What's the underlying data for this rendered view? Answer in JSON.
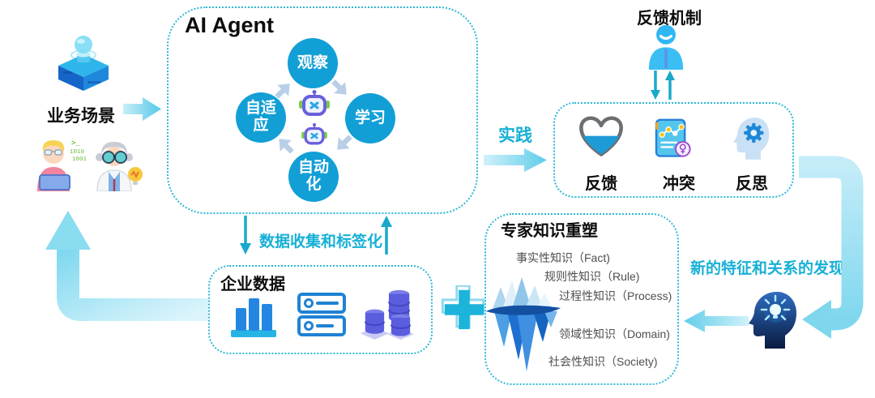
{
  "business_scene": {
    "label": "业务场景",
    "icon": "hologram-projector-icon",
    "code_lines": [
      ">_",
      "1010",
      "1001"
    ]
  },
  "ai_agent": {
    "title": "AI Agent",
    "capabilities": [
      "观察",
      "学习",
      "自动化",
      "自适应"
    ],
    "center_icon": "robot-icon"
  },
  "flow": {
    "practice_label": "实践",
    "data_collection_label": "数据收集和标签化",
    "discovery_label": "新的特征和关系的发现"
  },
  "feedback_mechanism": {
    "title": "反馈机制",
    "icon": "person-icon"
  },
  "evaluation_box": {
    "items": [
      {
        "label": "反馈",
        "icon": "heart-gauge-icon"
      },
      {
        "label": "冲突",
        "icon": "conflict-report-icon"
      },
      {
        "label": "反思",
        "icon": "head-gear-icon"
      }
    ]
  },
  "enterprise_data": {
    "title": "企业数据",
    "icons": [
      "bar-chart-icon",
      "server-icon",
      "database-icon"
    ]
  },
  "expert_knowledge": {
    "title": "专家知识重塑",
    "icon": "iceberg-icon",
    "levels": [
      "事实性知识（Fact)",
      "规则性知识（Rule)",
      "过程性知识（Process)",
      "领域性知识（Domain)",
      "社会性知识（Society)"
    ]
  },
  "colors": {
    "accent_cyan": "#17b0d6",
    "circle_blue": "#129fd6",
    "dashed_border": "#2db8d6",
    "text_dark": "#0d0d0d",
    "knowledge_text": "#4f4f4f",
    "flow_arrow_light": "#bfe9f6",
    "database_indigo": "#5a5ede"
  }
}
